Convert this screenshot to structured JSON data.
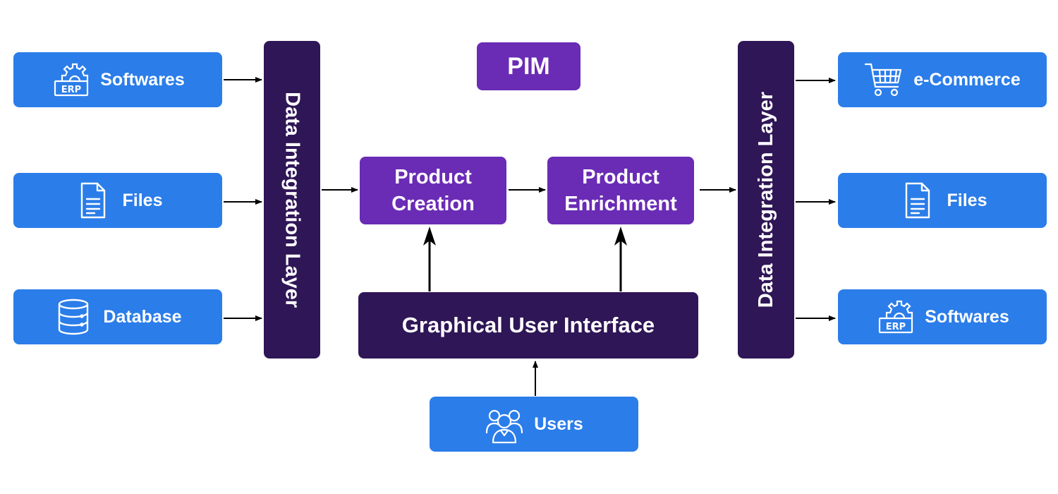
{
  "title": "PIM",
  "inputs": [
    {
      "label": "Softwares",
      "icon": "erp-gear-icon"
    },
    {
      "label": "Files",
      "icon": "document-icon"
    },
    {
      "label": "Database",
      "icon": "database-icon"
    }
  ],
  "outputs": [
    {
      "label": "e-Commerce",
      "icon": "shopping-cart-icon"
    },
    {
      "label": "Files",
      "icon": "document-icon"
    },
    {
      "label": "Softwares",
      "icon": "erp-gear-icon"
    }
  ],
  "layers": {
    "left": "Data Integration Layer",
    "right": "Data Integration Layer"
  },
  "process": {
    "creation_line1": "Product",
    "creation_line2": "Creation",
    "enrichment_line1": "Product",
    "enrichment_line2": "Enrichment"
  },
  "gui": "Graphical User Interface",
  "users": "Users",
  "icon_labels": {
    "erp": "ERP"
  },
  "colors": {
    "blue": "#2b7de9",
    "purple": "#6a2bb5",
    "dark_purple": "#2f1656",
    "arrow": "#000000"
  }
}
